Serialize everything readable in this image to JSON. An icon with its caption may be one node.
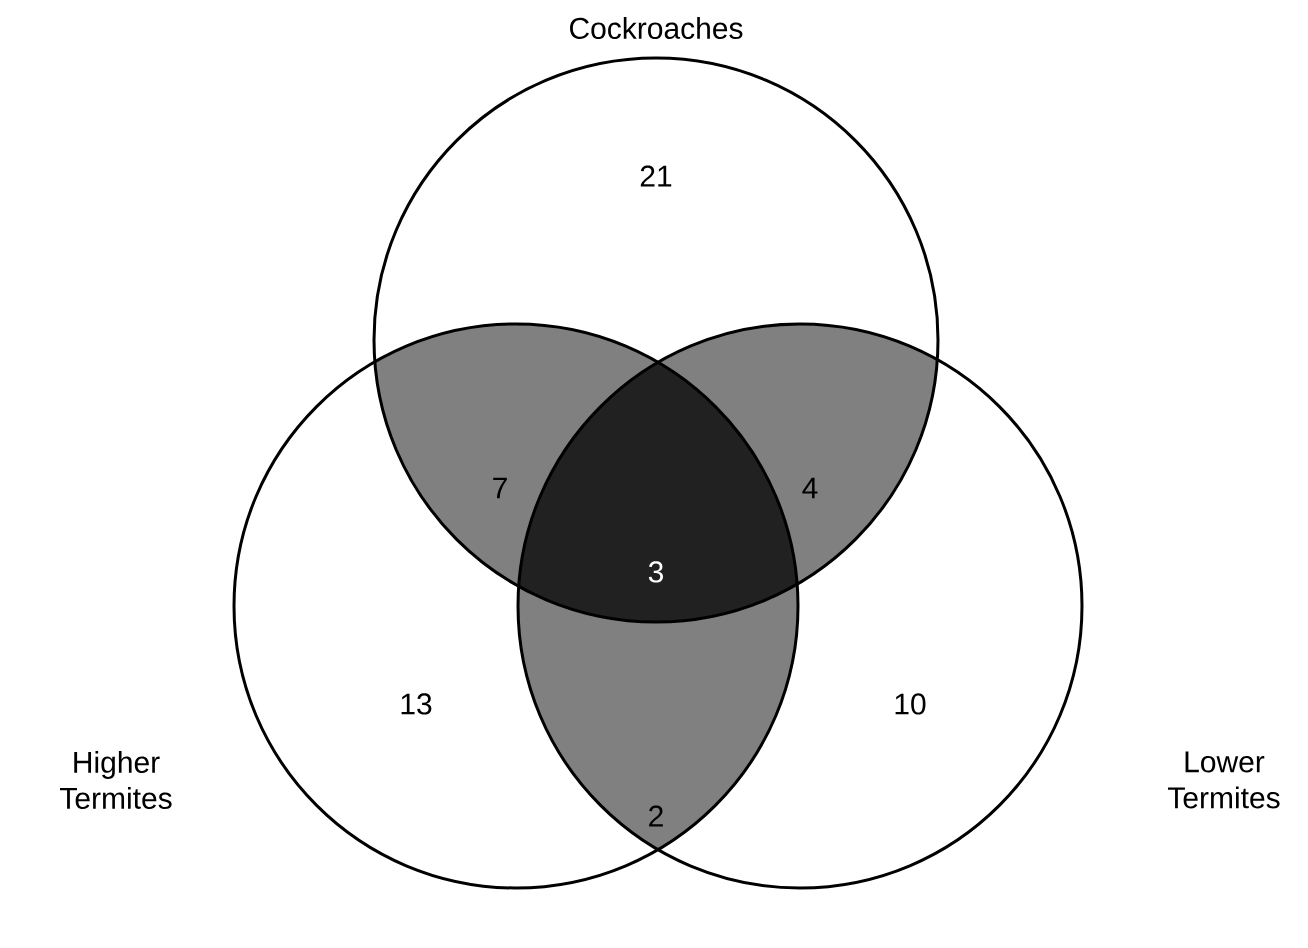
{
  "diagram": {
    "nodes": [
      {
        "text": [
          "Cockroaches"
        ]
      },
      {
        "text": [
          "Higher Termites"
        ]
      },
      {
        "text": [
          "Lower Termites"
        ]
      }
    ],
    "labels": [
      "21",
      "7",
      "3",
      "4",
      "13",
      "2",
      "10"
    ]
  }
}
